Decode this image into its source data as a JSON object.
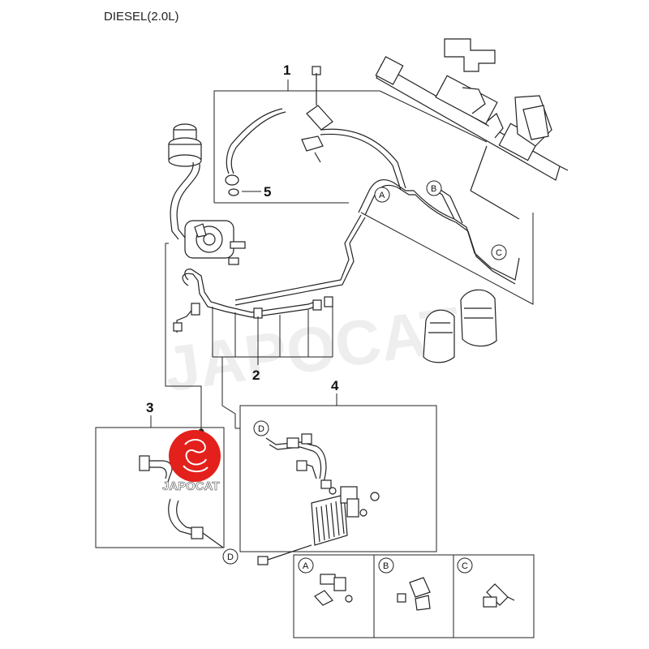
{
  "title": "DIESEL(2.0L)",
  "callouts": {
    "c1": "1",
    "c2": "2",
    "c3": "3",
    "c4": "4",
    "c5": "5"
  },
  "connectors": {
    "a_main": "A",
    "b_main": "B",
    "c_main": "C",
    "d_cooler": "D",
    "d_hose": "D",
    "a_detail": "A",
    "b_detail": "B",
    "c_detail": "C"
  },
  "watermark": {
    "text": "JAPOCAT",
    "badge_text": "JAPOCAT",
    "badge_color": "#e3201b"
  }
}
